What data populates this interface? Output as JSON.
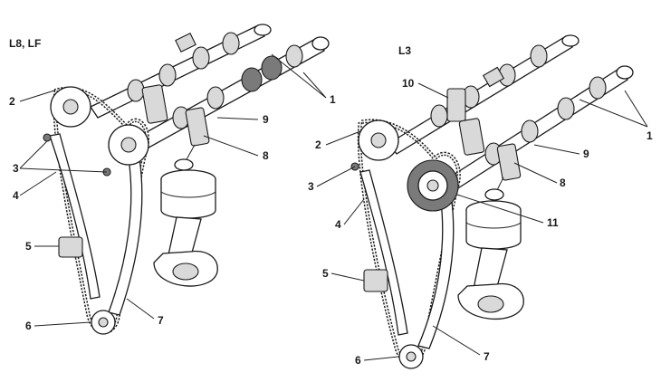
{
  "left_assembly": {
    "title": "L8, LF",
    "callouts": [
      "1",
      "2",
      "3",
      "4",
      "5",
      "6",
      "7",
      "8",
      "9"
    ]
  },
  "right_assembly": {
    "title": "L3",
    "callouts": [
      "1",
      "2",
      "3",
      "4",
      "5",
      "6",
      "7",
      "8",
      "9",
      "10",
      "11"
    ]
  },
  "colors": {
    "ink": "#1a1a1a",
    "shade": "#d9d9d9",
    "dark": "#7a7a7a",
    "background": "#ffffff"
  }
}
